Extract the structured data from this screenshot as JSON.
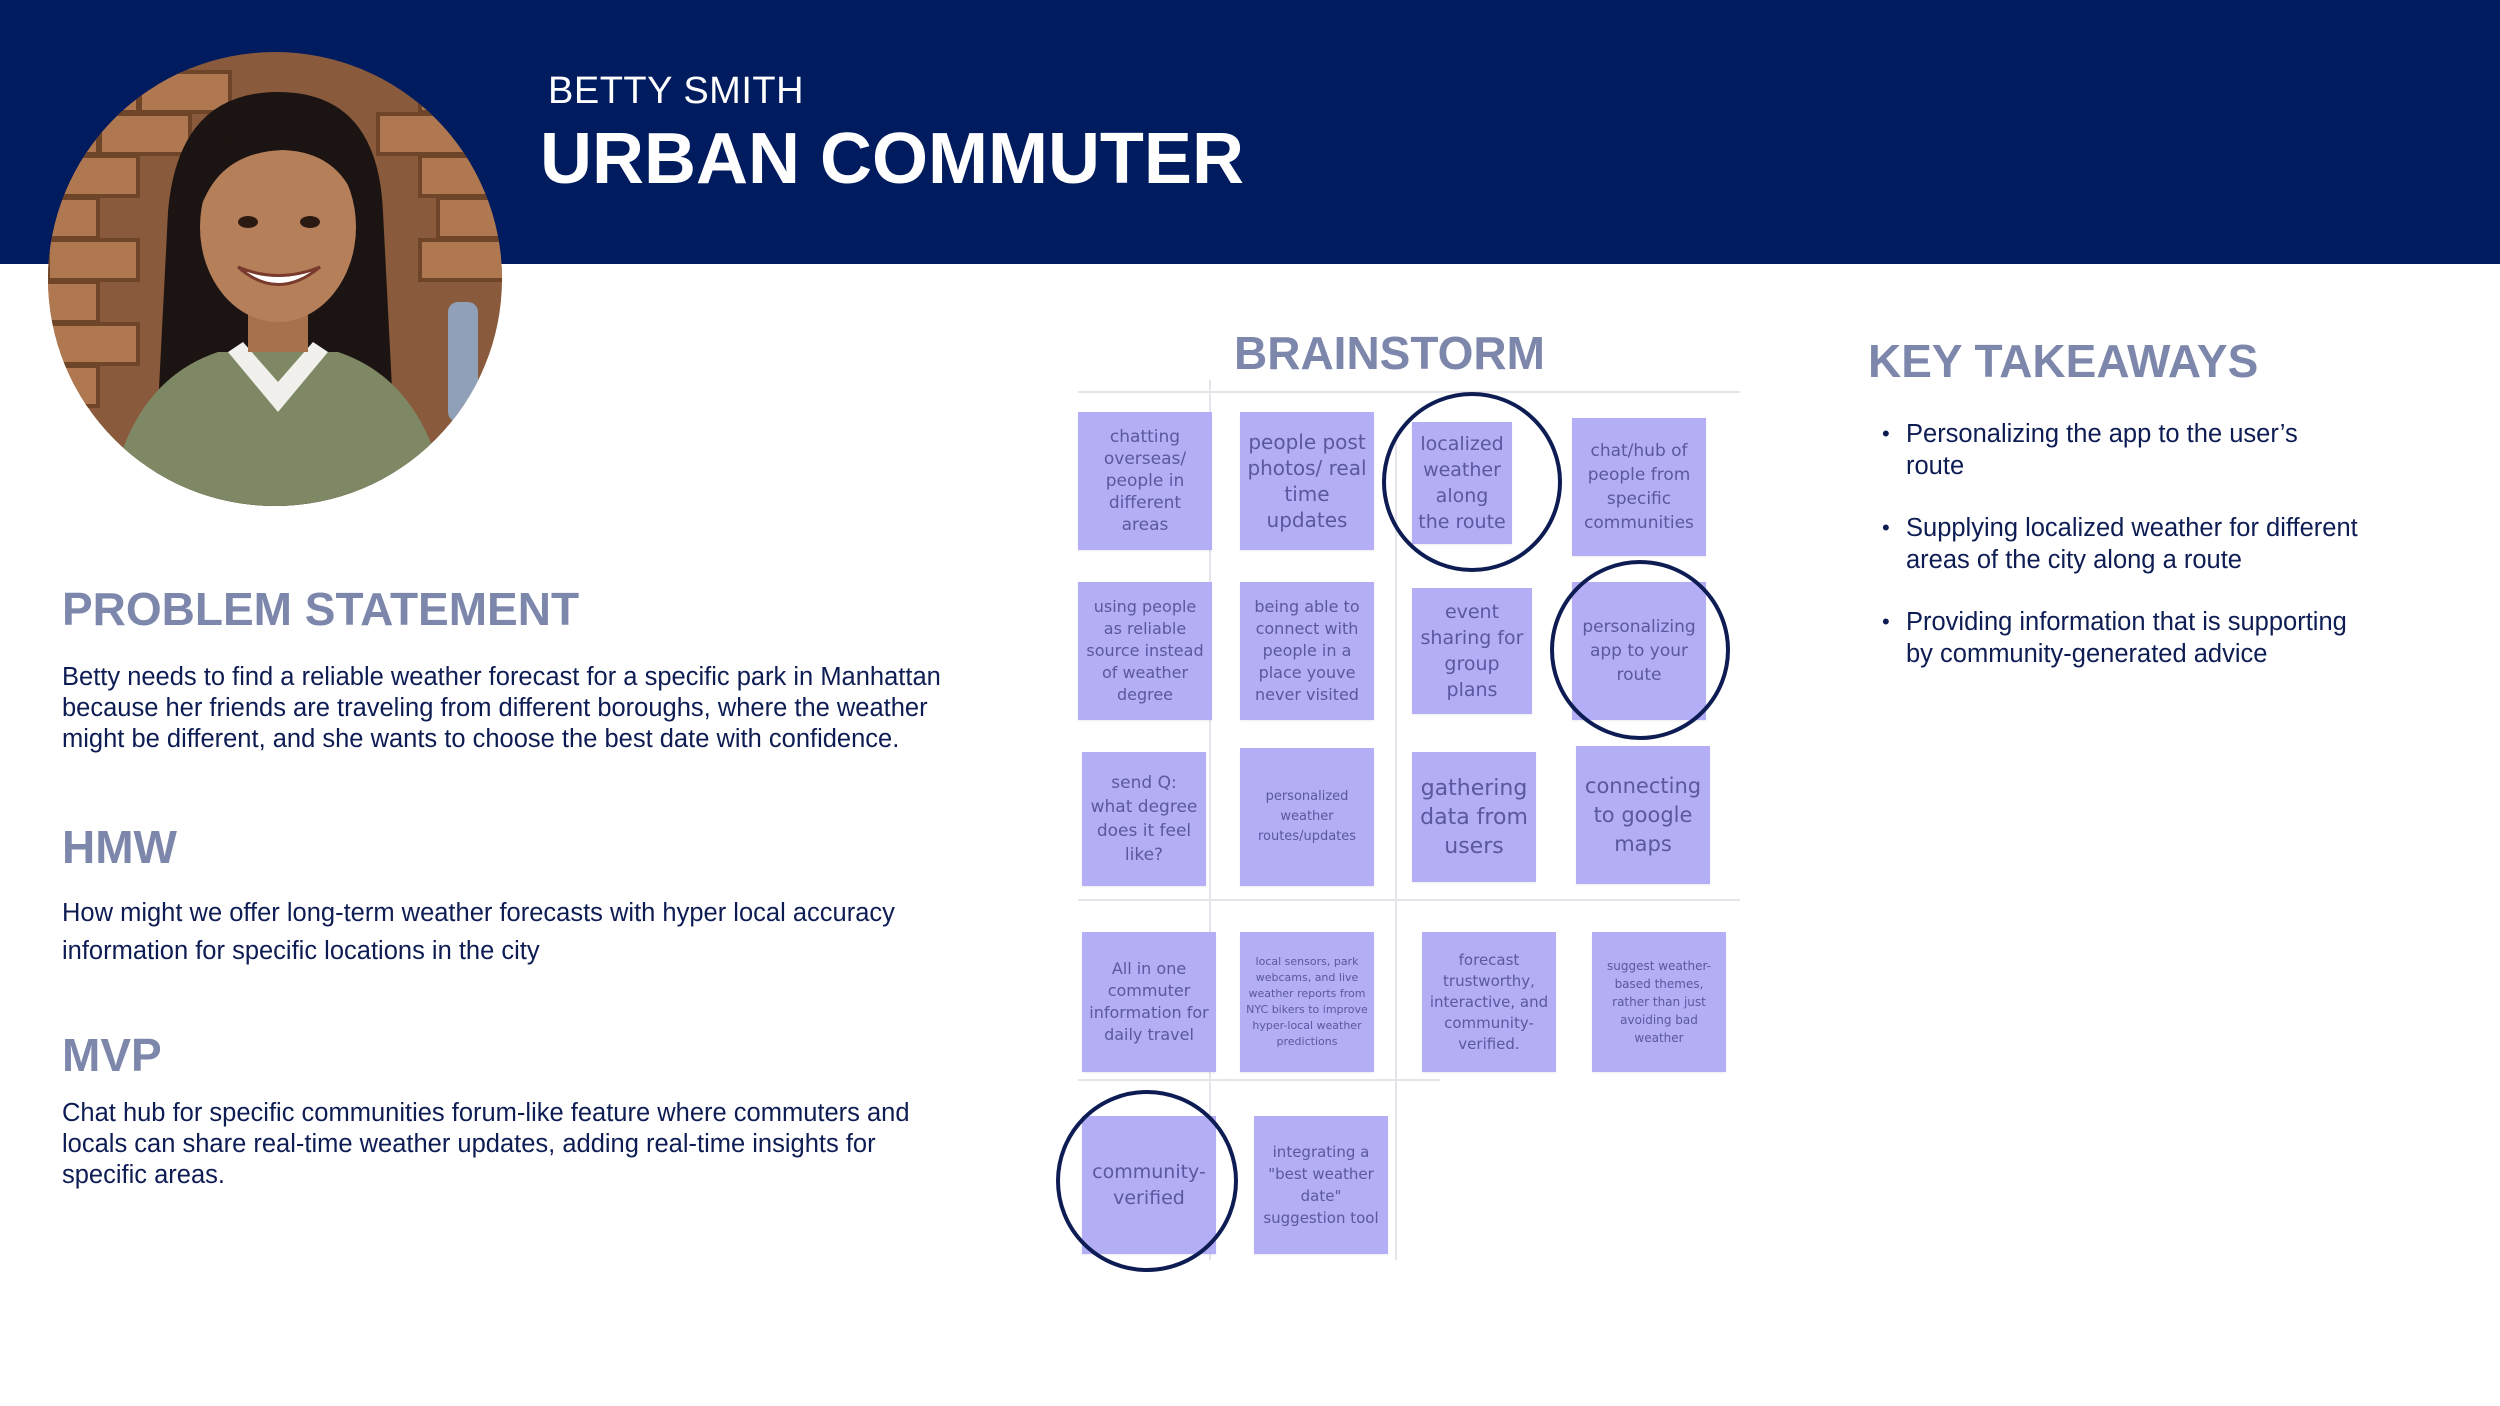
{
  "header": {
    "name": "BETTY SMITH",
    "role": "URBAN COMMUTER"
  },
  "problem": {
    "heading": "PROBLEM STATEMENT",
    "text": "Betty needs to find a reliable weather forecast for a specific park in Manhattan because her friends are traveling from different boroughs, where the weather might be different, and she wants to choose the best date with confidence."
  },
  "hmw": {
    "heading": "HMW",
    "text": "How might we offer long-term weather forecasts with hyper local accuracy information  for specific locations in the city"
  },
  "mvp": {
    "heading": "MVP",
    "text": "Chat hub for specific communities forum-like feature where commuters and locals can share real-time weather updates, adding real-time insights for specific areas."
  },
  "brainstorm": {
    "heading": "BRAINSTORM",
    "notes": [
      "chatting overseas/ people in different areas",
      "people post photos/ real time updates",
      "localized weather along the route",
      "chat/hub of people from specific communities",
      "using people as reliable source instead of weather degree",
      "being able to connect with people in a place youve never visited",
      "event sharing for group plans",
      "personalizing app to your route",
      "send Q: what degree does it feel like?",
      "personalized weather routes/updates",
      "gathering data from users",
      "connecting to google maps",
      "All in one commuter information for daily travel",
      "local sensors, park webcams, and live weather reports from NYC bikers to improve hyper-local weather predictions",
      "forecast trustworthy, interactive, and community-verified.",
      "suggest weather-based themes, rather than just avoiding bad weather",
      "community-verified",
      "integrating a \"best weather date\" suggestion tool"
    ]
  },
  "takeaways": {
    "heading": "KEY TAKEAWAYS",
    "items": [
      "Personalizing the app to the user’s route",
      "Supplying localized weather for different areas of the city along a route",
      "Providing information that is supporting by community-generated advice"
    ]
  },
  "colors": {
    "header_bg": "#011b5f",
    "heading": "#7d87ab",
    "body_text": "#0e1c54",
    "sticky_note": "#b3aef5"
  }
}
